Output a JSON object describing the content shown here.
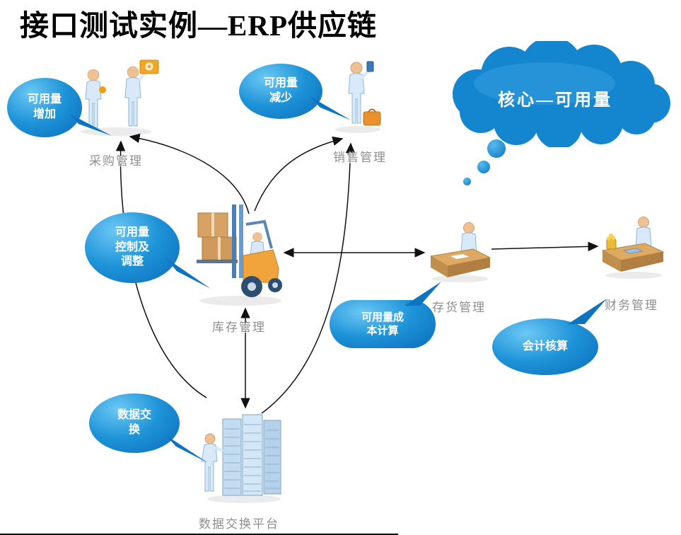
{
  "page": {
    "title": "接口测试实例—ERP供应链"
  },
  "cloud": {
    "label": "核心—可用量"
  },
  "bubbles": {
    "increase": {
      "label": "可用量\n增加"
    },
    "decrease": {
      "label": "可用量\n减少"
    },
    "control": {
      "label": "可用量\n控制及\n调整"
    },
    "cost": {
      "label": "可用量成\n本计算"
    },
    "accounting": {
      "label": "会计核算"
    },
    "exchange": {
      "label": "数据交\n换"
    }
  },
  "nodes": {
    "procurement": {
      "label": "采购管理"
    },
    "sales": {
      "label": "销售管理"
    },
    "inventory": {
      "label": "库存管理"
    },
    "stock": {
      "label": "存货管理"
    },
    "finance": {
      "label": "财务管理"
    },
    "platform": {
      "label": "数据交换平台"
    }
  },
  "connections": [
    {
      "from": "inventory",
      "to": "procurement",
      "style": "curved"
    },
    {
      "from": "inventory",
      "to": "sales",
      "style": "curved"
    },
    {
      "from": "platform",
      "to": "procurement",
      "style": "curved"
    },
    {
      "from": "platform",
      "to": "sales",
      "style": "curved"
    },
    {
      "from": "inventory",
      "to": "stock",
      "style": "double"
    },
    {
      "from": "stock",
      "to": "finance",
      "style": "single"
    },
    {
      "from": "inventory",
      "to": "platform",
      "style": "double"
    }
  ],
  "colors": {
    "bubble_blue": "#1287d1",
    "bubble_blue_dark": "#0a6cba",
    "cloud_blue": "#1486cf",
    "arrow": "#111111",
    "label_gray": "#8f8f8f"
  }
}
